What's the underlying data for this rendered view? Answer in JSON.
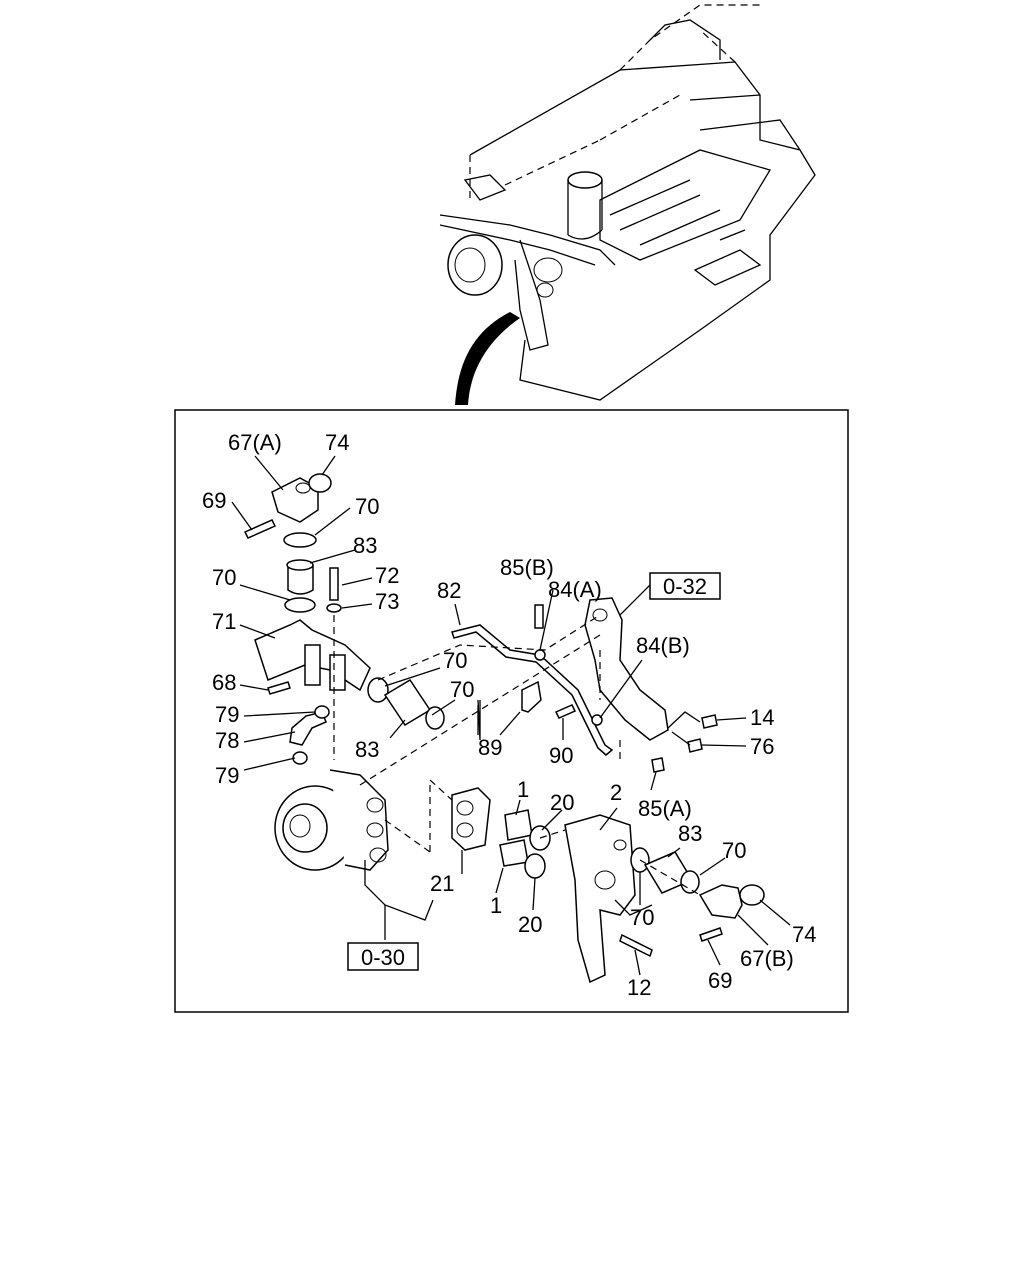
{
  "callouts": {
    "c67a": "67(A)",
    "c74a": "74",
    "c69a": "69",
    "c70a": "70",
    "c83a": "83",
    "c70b": "70",
    "c72": "72",
    "c73": "73",
    "c71": "71",
    "c68": "68",
    "c79a": "79",
    "c78": "78",
    "c79b": "79",
    "c82": "82",
    "c85b": "85(B)",
    "c84a": "84(A)",
    "c84b": "84(B)",
    "c70c": "70",
    "c70d": "70",
    "c83b": "83",
    "c89": "89",
    "c90": "90",
    "c14": "14",
    "c76": "76",
    "c85a": "85(A)",
    "c1a": "1",
    "c20a": "20",
    "c2": "2",
    "c83c": "83",
    "c70e": "70",
    "c21": "21",
    "c1b": "1",
    "c20b": "20",
    "c70f": "70",
    "c74b": "74",
    "c12": "12",
    "c69b": "69",
    "c67b": "67(B)"
  },
  "references": {
    "r032": "0-32",
    "r030": "0-30"
  }
}
